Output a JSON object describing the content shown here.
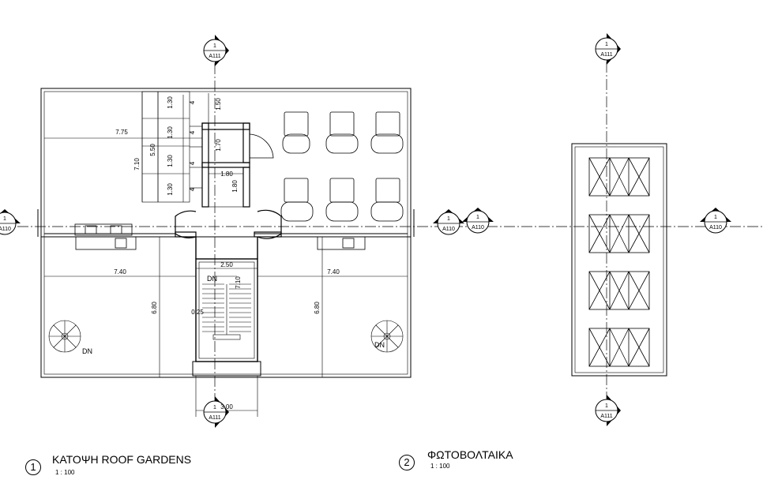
{
  "views": [
    {
      "number": "1",
      "title": "ΚΑΤΟΨΗ ROOF GARDENS",
      "scale": "1 : 100"
    },
    {
      "number": "2",
      "title": "ΦΩΤΟΒΟΛΤΑΙΚΑ",
      "scale": "1 : 100"
    }
  ],
  "section_tags": {
    "top_num": "1",
    "A111": "A111",
    "A110": "A110"
  },
  "dimensions": {
    "d775": "7.75",
    "d710": "7.10",
    "d550": "5.50",
    "d130": "1.30",
    "d150": "1.50",
    "d170": "1.70",
    "d180": "1.80",
    "d250": "2.50",
    "d740": "7.40",
    "d680": "6.80",
    "d025": "0.25",
    "d300": "3.00",
    "d4": "4"
  },
  "labels": {
    "dn": "DN"
  }
}
